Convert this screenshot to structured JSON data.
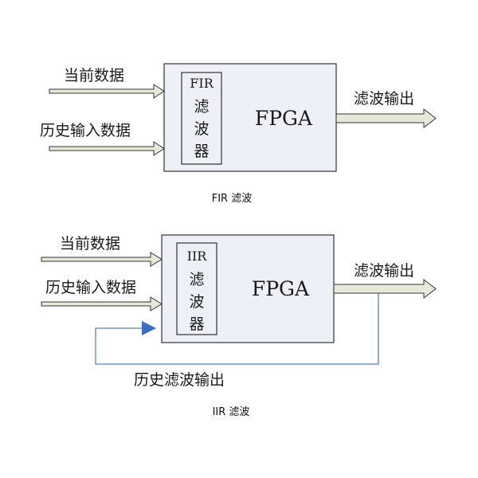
{
  "fir": {
    "input_current": "当前数据",
    "input_history": "历史输入数据",
    "filter_latin": "FIR",
    "filter_cjk": [
      "滤",
      "波",
      "器"
    ],
    "fpga": "FPGA",
    "output": "滤波输出",
    "caption": "FIR 滤波"
  },
  "iir": {
    "input_current": "当前数据",
    "input_history": "历史输入数据",
    "filter_latin": "IIR",
    "filter_cjk": [
      "滤",
      "波",
      "器"
    ],
    "fpga": "FPGA",
    "output": "滤波输出",
    "feedback": "历史滤波输出",
    "caption": "IIR 滤波"
  },
  "colors": {
    "box_fill": "#eef0f7",
    "stroke": "#333333",
    "arrow_fill": "#e8e8d8",
    "feedback_line": "#5b7fc4",
    "feedback_head": "#3a6ec0"
  }
}
